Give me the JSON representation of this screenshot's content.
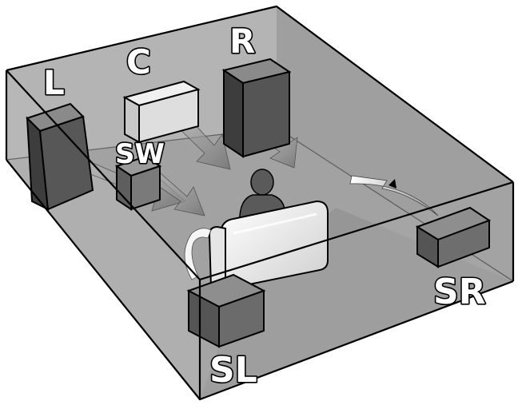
{
  "speakers": {
    "left": "L",
    "center": "C",
    "right": "R",
    "subwoofer": "SW",
    "surround_left": "SL",
    "surround_right": "SR"
  },
  "colors": {
    "room_wall": "#a8a8a8",
    "room_floor": "#999999",
    "speaker_dark": "#555555",
    "speaker_light": "#d9d9d9",
    "sound_arrow": "#8c8c8c",
    "outline": "#000000"
  }
}
